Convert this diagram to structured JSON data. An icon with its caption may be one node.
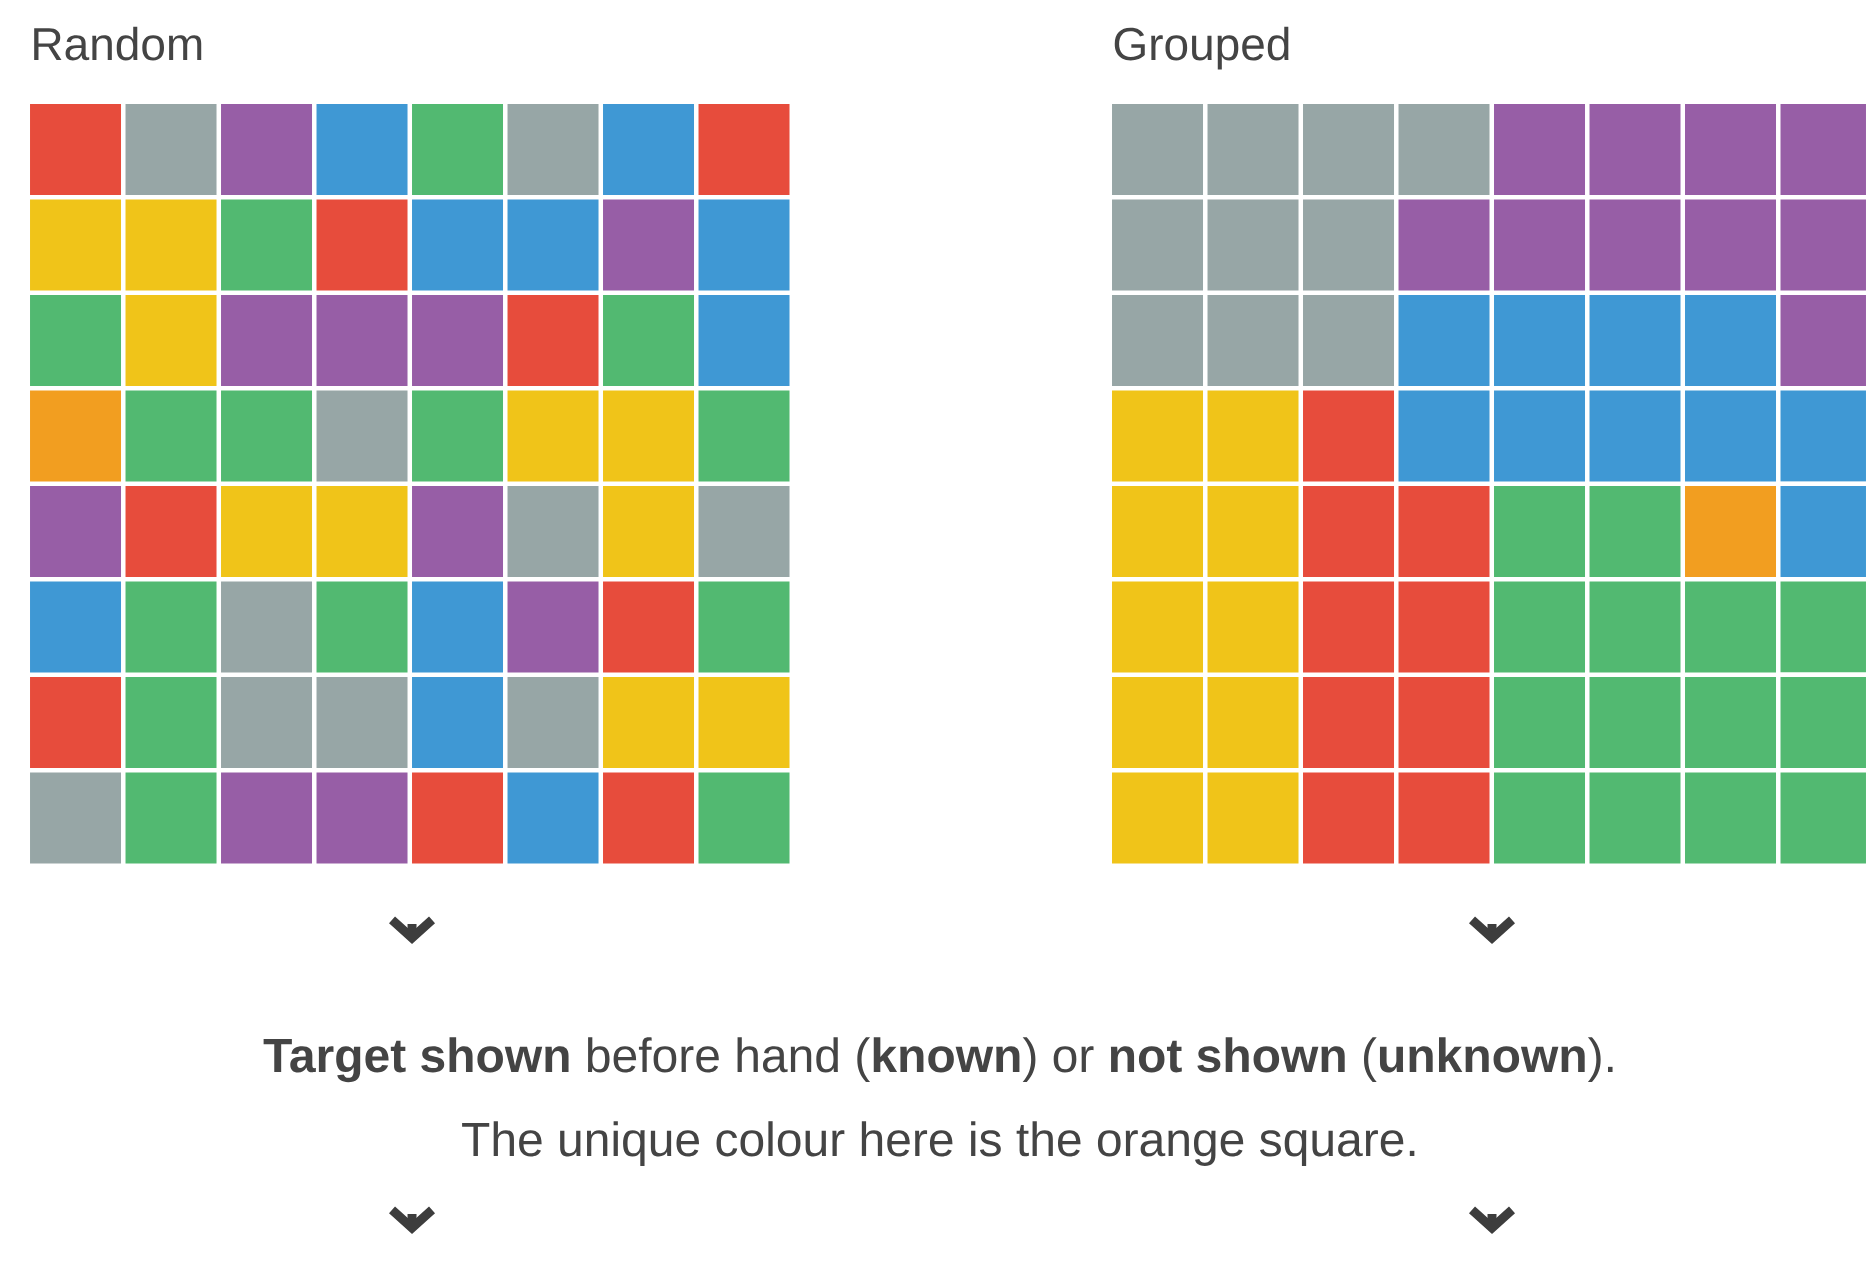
{
  "diagram": {
    "labels": [
      "Random",
      "Grouped",
      "**Target shown** before hand (**known**) or **not shown** (**unknown**).",
      "The unique colour here is the orange square."
    ]
  }
}
